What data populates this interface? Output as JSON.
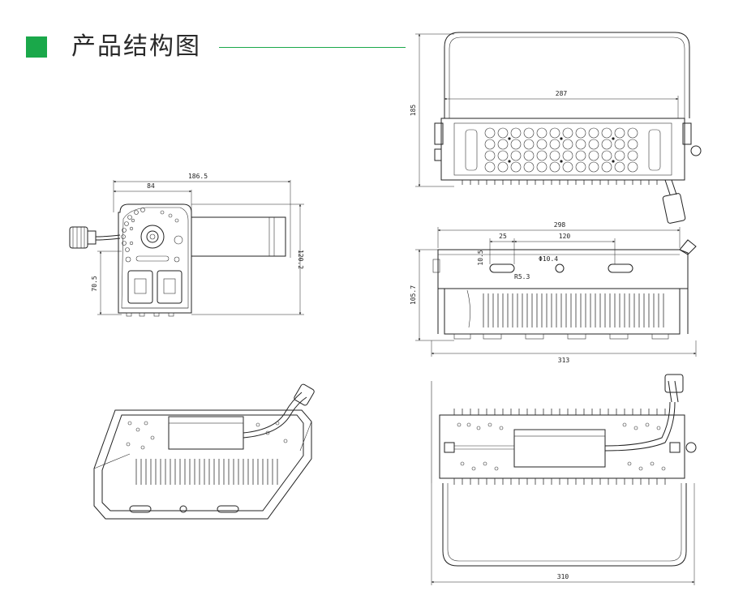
{
  "section_title": "产品结构图",
  "colors": {
    "accent": "#1aa84a",
    "line": "#222222"
  },
  "side_view": {
    "width_label": "186.5",
    "offset_label": "84",
    "height_label": "120.2",
    "lower_label": "70.5"
  },
  "front_view": {
    "inner_width_label": "287",
    "height_label": "185"
  },
  "top_view": {
    "top_label": "298",
    "left_label": "25",
    "slot_label": "120",
    "hole_label": "Φ10.4",
    "radius_label": "R5.3",
    "slot_height_label": "10.5",
    "height_label": "105.7",
    "bottom_label": "313"
  },
  "back_view": {
    "width_label": "310"
  }
}
